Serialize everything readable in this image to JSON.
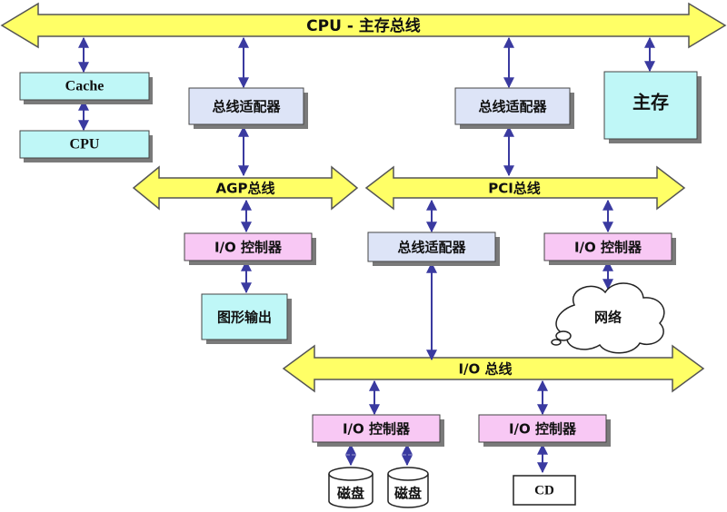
{
  "buses": {
    "cpu_main": "CPU  - 主存总线",
    "agp": "AGP总线",
    "pci": "PCI总线",
    "io": "I/O 总线"
  },
  "components": {
    "cache": "Cache",
    "cpu": "CPU",
    "main_memory": "主存",
    "bus_adapter_1": "总线适配器",
    "bus_adapter_2": "总线适配器",
    "bus_adapter_3": "总线适配器",
    "io_ctrl_agp": "I/O 控制器",
    "io_ctrl_pci": "I/O 控制器",
    "io_ctrl_disk": "I/O 控制器",
    "io_ctrl_cd": "I/O 控制器",
    "graphics_output": "图形输出",
    "network": "网络",
    "disk_1": "磁盘",
    "disk_2": "磁盘",
    "cd": "CD"
  },
  "colors": {
    "bus_fill": "#ffff66",
    "connector": "#3a3aa0",
    "cyan_box": "#bff7f7",
    "blue_box": "#dde4f7",
    "pink_box": "#f8c8f4"
  }
}
